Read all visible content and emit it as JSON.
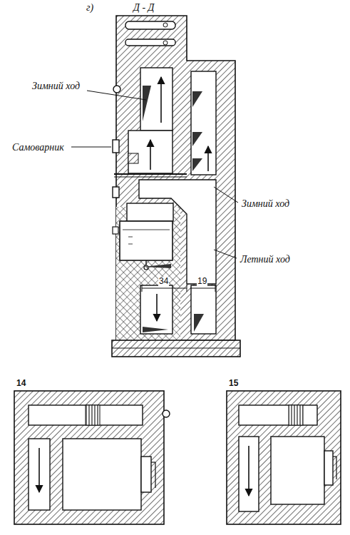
{
  "diagram": {
    "title": "Д - Д",
    "labels": [
      "г)",
      "Зимний ход",
      "Самоварник",
      "Зимний ход",
      "Летний ход",
      "34",
      "19",
      "14",
      "15"
    ]
  }
}
